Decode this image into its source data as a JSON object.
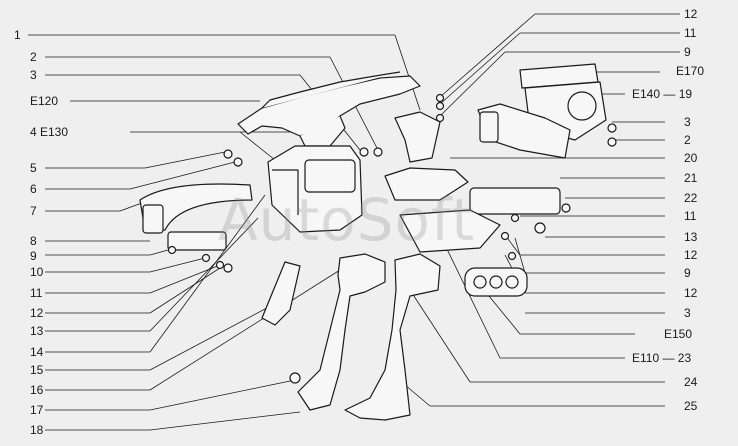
{
  "watermark": "AutoSoft",
  "left_labels": [
    "1",
    "2",
    "3",
    "E120",
    "4  E130",
    "5",
    "6",
    "7",
    "8",
    "9",
    "10",
    "11",
    "12",
    "13",
    "14",
    "15",
    "16",
    "17",
    "18"
  ],
  "right_labels": [
    "12",
    "11",
    "9",
    "E170",
    "E140 — 19",
    "3",
    "2",
    "20",
    "21",
    "22",
    "11",
    "13",
    "12",
    "9",
    "12",
    "3",
    "E150",
    "E110 — 23",
    "24",
    "25"
  ],
  "colors": {
    "background": "#efefef",
    "line": "#1a1a1a",
    "part_fill": "#f7f7f7",
    "shadow": "#bdbdbd"
  }
}
